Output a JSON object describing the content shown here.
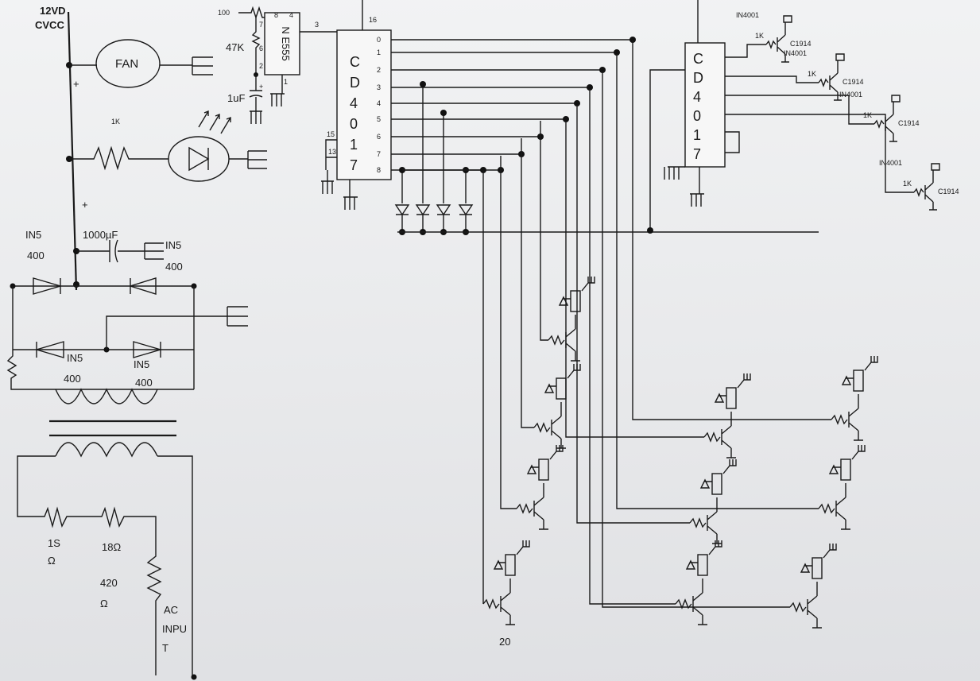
{
  "supply": {
    "line1": "12VD",
    "line2": "CVCC"
  },
  "fan": {
    "label": "FAN"
  },
  "led_resistor": {
    "label": "1K"
  },
  "plus_signs": [
    "+",
    "+"
  ],
  "bridge": {
    "top_left": {
      "line1": "IN5",
      "line2": "400"
    },
    "top_right": {
      "line1": "IN5",
      "line2": "400"
    },
    "mid_left": {
      "line1": "IN5",
      "line2": "400"
    },
    "mid_right": {
      "line1": "IN5",
      "line2": "400"
    }
  },
  "filter_cap": {
    "label": "1000µF"
  },
  "timer": {
    "chip_label": "N E555",
    "pin_labels": [
      "8",
      "4",
      "7",
      "6",
      "2",
      "1",
      "3"
    ],
    "r_top": "100",
    "r_mid": "47K",
    "cap": "1uF",
    "cap_plus": "+"
  },
  "counter_main": {
    "letters": [
      "C",
      "D",
      "4",
      "0",
      "1",
      "7"
    ],
    "vdd_pin": "16",
    "outputs": [
      "0",
      "1",
      "2",
      "3",
      "4",
      "5",
      "6",
      "7",
      "8"
    ],
    "left_pins": [
      "15",
      "13"
    ]
  },
  "counter_right": {
    "letters": [
      "C",
      "D",
      "4",
      "0",
      "1",
      "7"
    ]
  },
  "right_drivers": [
    {
      "diode": "IN4001",
      "resistor": "1K",
      "transistor": "C1914"
    },
    {
      "diode": "IN4001",
      "resistor": "1K",
      "transistor": "C1914"
    },
    {
      "diode": "IN4001",
      "resistor": "1K",
      "transistor": "C1914"
    },
    {
      "diode": "IN4001",
      "resistor": "1K",
      "transistor": "C1914"
    }
  ],
  "input_section": {
    "r1": {
      "line1": "1S",
      "line2": "Ω"
    },
    "r2": "18Ω",
    "r3": {
      "line1": "420",
      "line2": "Ω"
    },
    "ac_label": [
      "AC",
      "INPU",
      "T"
    ]
  },
  "page_number": "20"
}
